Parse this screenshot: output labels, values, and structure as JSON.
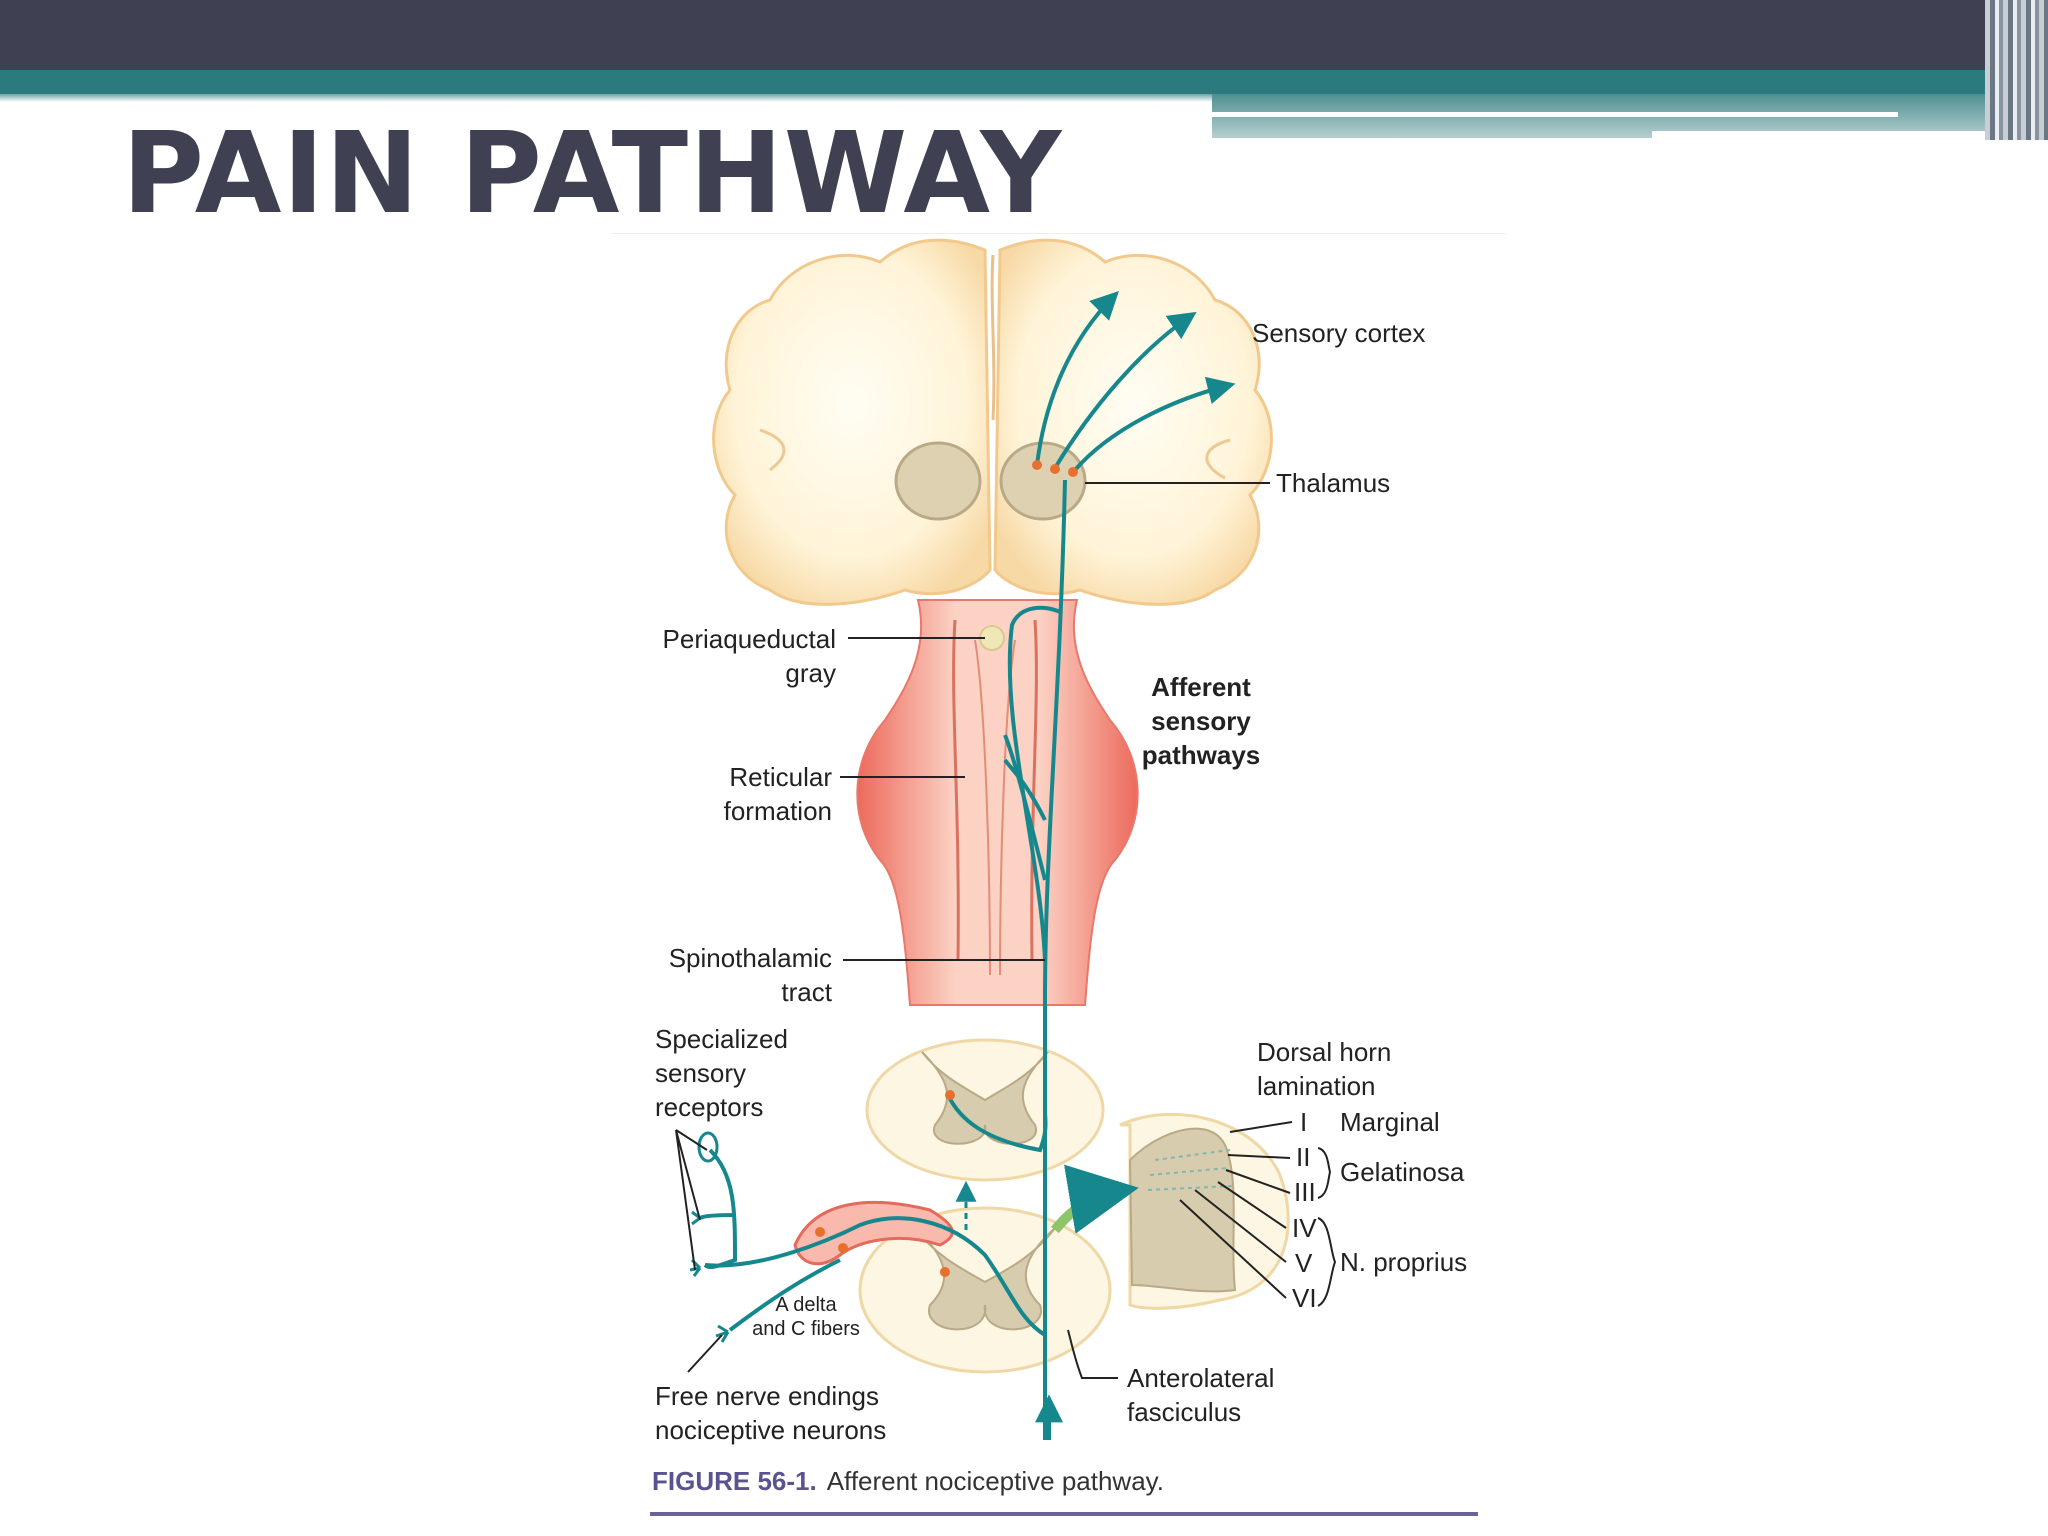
{
  "slide": {
    "title": "PAIN PATHWAY"
  },
  "caption": {
    "figure_number": "FIGURE 56-1.",
    "text": "Afferent nociceptive pathway."
  },
  "labels": {
    "sensory_cortex": "Sensory cortex",
    "thalamus": "Thalamus",
    "periaqueductal_1": "Periaqueductal",
    "periaqueductal_2": "gray",
    "reticular_1": "Reticular",
    "reticular_2": "formation",
    "spinothalamic_1": "Spinothalamic",
    "spinothalamic_2": "tract",
    "afferent_1": "Afferent",
    "afferent_2": "sensory",
    "afferent_3": "pathways",
    "specialized_1": "Specialized",
    "specialized_2": "sensory",
    "specialized_3": "receptors",
    "dorsal_horn_1": "Dorsal horn",
    "dorsal_horn_2": "lamination",
    "lamina_I": "I",
    "lamina_II": "II",
    "lamina_III": "III",
    "lamina_IV": "IV",
    "lamina_V": "V",
    "lamina_VI": "VI",
    "marginal": "Marginal",
    "gelatinosa": "Gelatinosa",
    "n_proprius": "N. proprius",
    "a_delta_1": "A delta",
    "a_delta_2": "and C fibers",
    "free_nerve_1": "Free nerve endings",
    "free_nerve_2": "nociceptive neurons",
    "anterolateral_1": "Anterolateral",
    "anterolateral_2": "fasciculus"
  }
}
